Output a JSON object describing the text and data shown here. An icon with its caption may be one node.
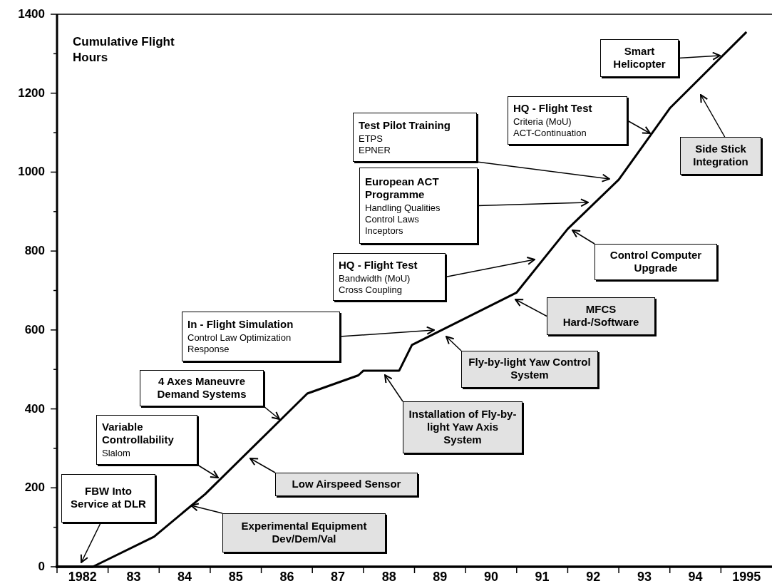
{
  "diagram": {
    "nodes": [
      {
        "text": [
          "Smart Helicopter"
        ]
      },
      {
        "text": [
          "HQ - Flight Test",
          "Criteria (MoU)",
          "ACT-Continuation"
        ]
      },
      {
        "text": [
          "Test Pilot Training",
          "ETPS",
          "EPNER"
        ]
      },
      {
        "text": [
          "European ACT Programme",
          "Handling Qualities",
          "Control Laws",
          "Inceptors"
        ]
      },
      {
        "text": [
          "Side Stick Integration"
        ]
      },
      {
        "text": [
          "HQ - Flight Test",
          "Bandwidth (MoU)",
          "Cross Coupling"
        ]
      },
      {
        "text": [
          "Control Computer Upgrade"
        ]
      },
      {
        "text": [
          "In - Flight Simulation",
          "Control Law Optimization",
          "Response"
        ]
      },
      {
        "text": [
          "MFCS Hard-/Software"
        ]
      },
      {
        "text": [
          "4 Axes Maneuvre Demand Systems"
        ]
      },
      {
        "text": [
          "Fly-by-light Yaw Control System"
        ]
      },
      {
        "text": [
          "Variable Controllability",
          "Slalom"
        ]
      },
      {
        "text": [
          "Installation of Fly-by-light Yaw Axis System"
        ]
      },
      {
        "text": [
          "Low Airspeed Sensor"
        ]
      },
      {
        "text": [
          "FBW Into Service at DLR"
        ]
      },
      {
        "text": [
          "Experimental Equipment Dev/Dem/Val"
        ]
      }
    ],
    "edges": [
      {
        "from": 0,
        "to": null,
        "arrow": "to"
      },
      {
        "from": 1,
        "to": null,
        "arrow": "to"
      },
      {
        "from": 2,
        "to": null,
        "arrow": "to"
      },
      {
        "from": 3,
        "to": null,
        "arrow": "to"
      },
      {
        "from": 4,
        "to": null,
        "arrow": "to"
      },
      {
        "from": 5,
        "to": null,
        "arrow": "to"
      },
      {
        "from": 6,
        "to": null,
        "arrow": "to"
      },
      {
        "from": 7,
        "to": null,
        "arrow": "to"
      },
      {
        "from": 8,
        "to": null,
        "arrow": "to"
      },
      {
        "from": 9,
        "to": null,
        "arrow": "to"
      },
      {
        "from": 10,
        "to": null,
        "arrow": "to"
      },
      {
        "from": 11,
        "to": null,
        "arrow": "to"
      },
      {
        "from": 12,
        "to": null,
        "arrow": "to"
      },
      {
        "from": 13,
        "to": null,
        "arrow": "to"
      },
      {
        "from": 14,
        "to": null,
        "arrow": "to"
      },
      {
        "from": 15,
        "to": null,
        "arrow": "to"
      }
    ],
    "chart_data": {
      "type": "line",
      "ylabel": "Cumulative Flight Hours",
      "x": [
        1981.5,
        1982.2,
        1983.4,
        1984.4,
        1986.4,
        1987.4,
        1987.5,
        1988.2,
        1988.45,
        1990.5,
        1991.5,
        1992.5,
        1993.5,
        1995
      ],
      "series": [
        {
          "values": [
            0,
            0,
            76,
            184,
            439,
            485,
            497,
            497,
            562,
            695,
            856,
            981,
            1162,
            1355
          ]
        }
      ],
      "xlim": [
        1981.5,
        1995.5
      ],
      "ylim": [
        0,
        1400
      ],
      "xticks": [
        {
          "value": 1982,
          "label": "1982"
        },
        {
          "value": 1983,
          "label": "83"
        },
        {
          "value": 1984,
          "label": "84"
        },
        {
          "value": 1985,
          "label": "85"
        },
        {
          "value": 1986,
          "label": "86"
        },
        {
          "value": 1987,
          "label": "87"
        },
        {
          "value": 1988,
          "label": "88"
        },
        {
          "value": 1989,
          "label": "89"
        },
        {
          "value": 1990,
          "label": "90"
        },
        {
          "value": 1991,
          "label": "91"
        },
        {
          "value": 1992,
          "label": "92"
        },
        {
          "value": 1993,
          "label": "93"
        },
        {
          "value": 1994,
          "label": "94"
        },
        {
          "value": 1995,
          "label": "1995"
        }
      ],
      "yticks": [
        0,
        200,
        400,
        600,
        800,
        1000,
        1200,
        1400
      ]
    }
  }
}
